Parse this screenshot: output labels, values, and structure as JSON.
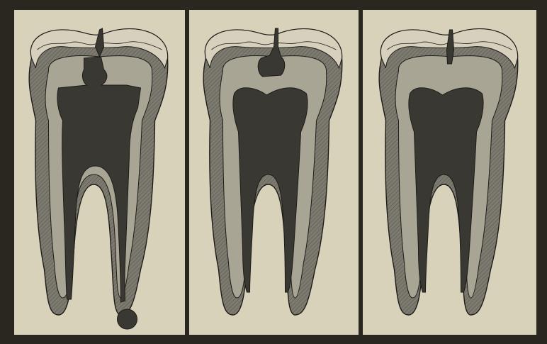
{
  "figure": {
    "panels": [
      {
        "id": "panel-1",
        "carious_lesion": "deep",
        "pulp_involved": true,
        "periapical_lesion": true
      },
      {
        "id": "panel-2",
        "carious_lesion": "medium",
        "pulp_involved": false,
        "periapical_lesion": false
      },
      {
        "id": "panel-3",
        "carious_lesion": "shallow",
        "pulp_involved": false,
        "periapical_lesion": false
      }
    ],
    "colors": {
      "frame": "#2a2620",
      "paper": "#d9d2bb",
      "enamel": "#d6d0bd",
      "dentin": "#7d7a70",
      "inner_dentin": "#a9a594",
      "pulp": "#3a3833",
      "line": "#1e1c19"
    }
  }
}
